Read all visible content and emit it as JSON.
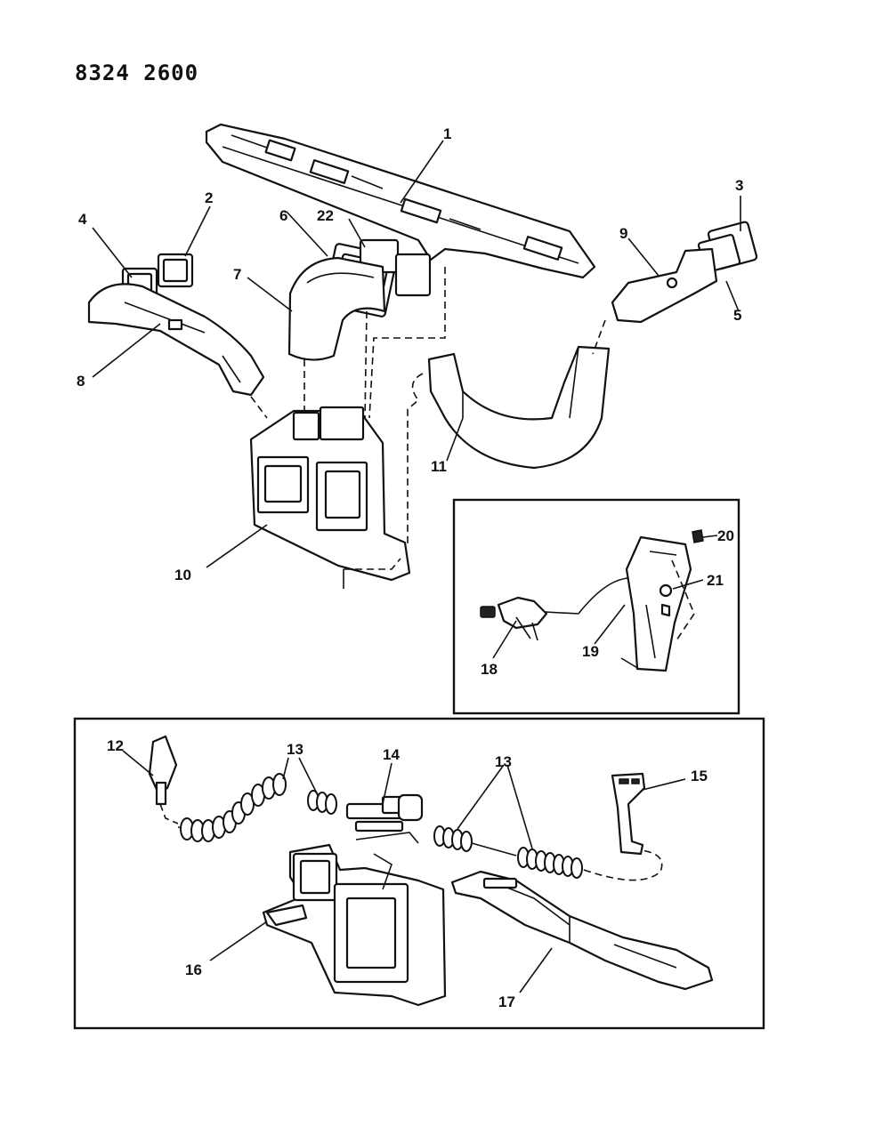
{
  "document": {
    "id": "8324 2600"
  },
  "callouts": {
    "c1": "1",
    "c2": "2",
    "c3": "3",
    "c4": "4",
    "c5": "5",
    "c6": "6",
    "c7": "7",
    "c8": "8",
    "c9": "9",
    "c10": "10",
    "c11": "11",
    "c12": "12",
    "c13a": "13",
    "c13b": "13",
    "c14": "14",
    "c15": "15",
    "c16": "16",
    "c17": "17",
    "c18": "18",
    "c19": "19",
    "c20": "20",
    "c21": "21",
    "c22": "22"
  }
}
